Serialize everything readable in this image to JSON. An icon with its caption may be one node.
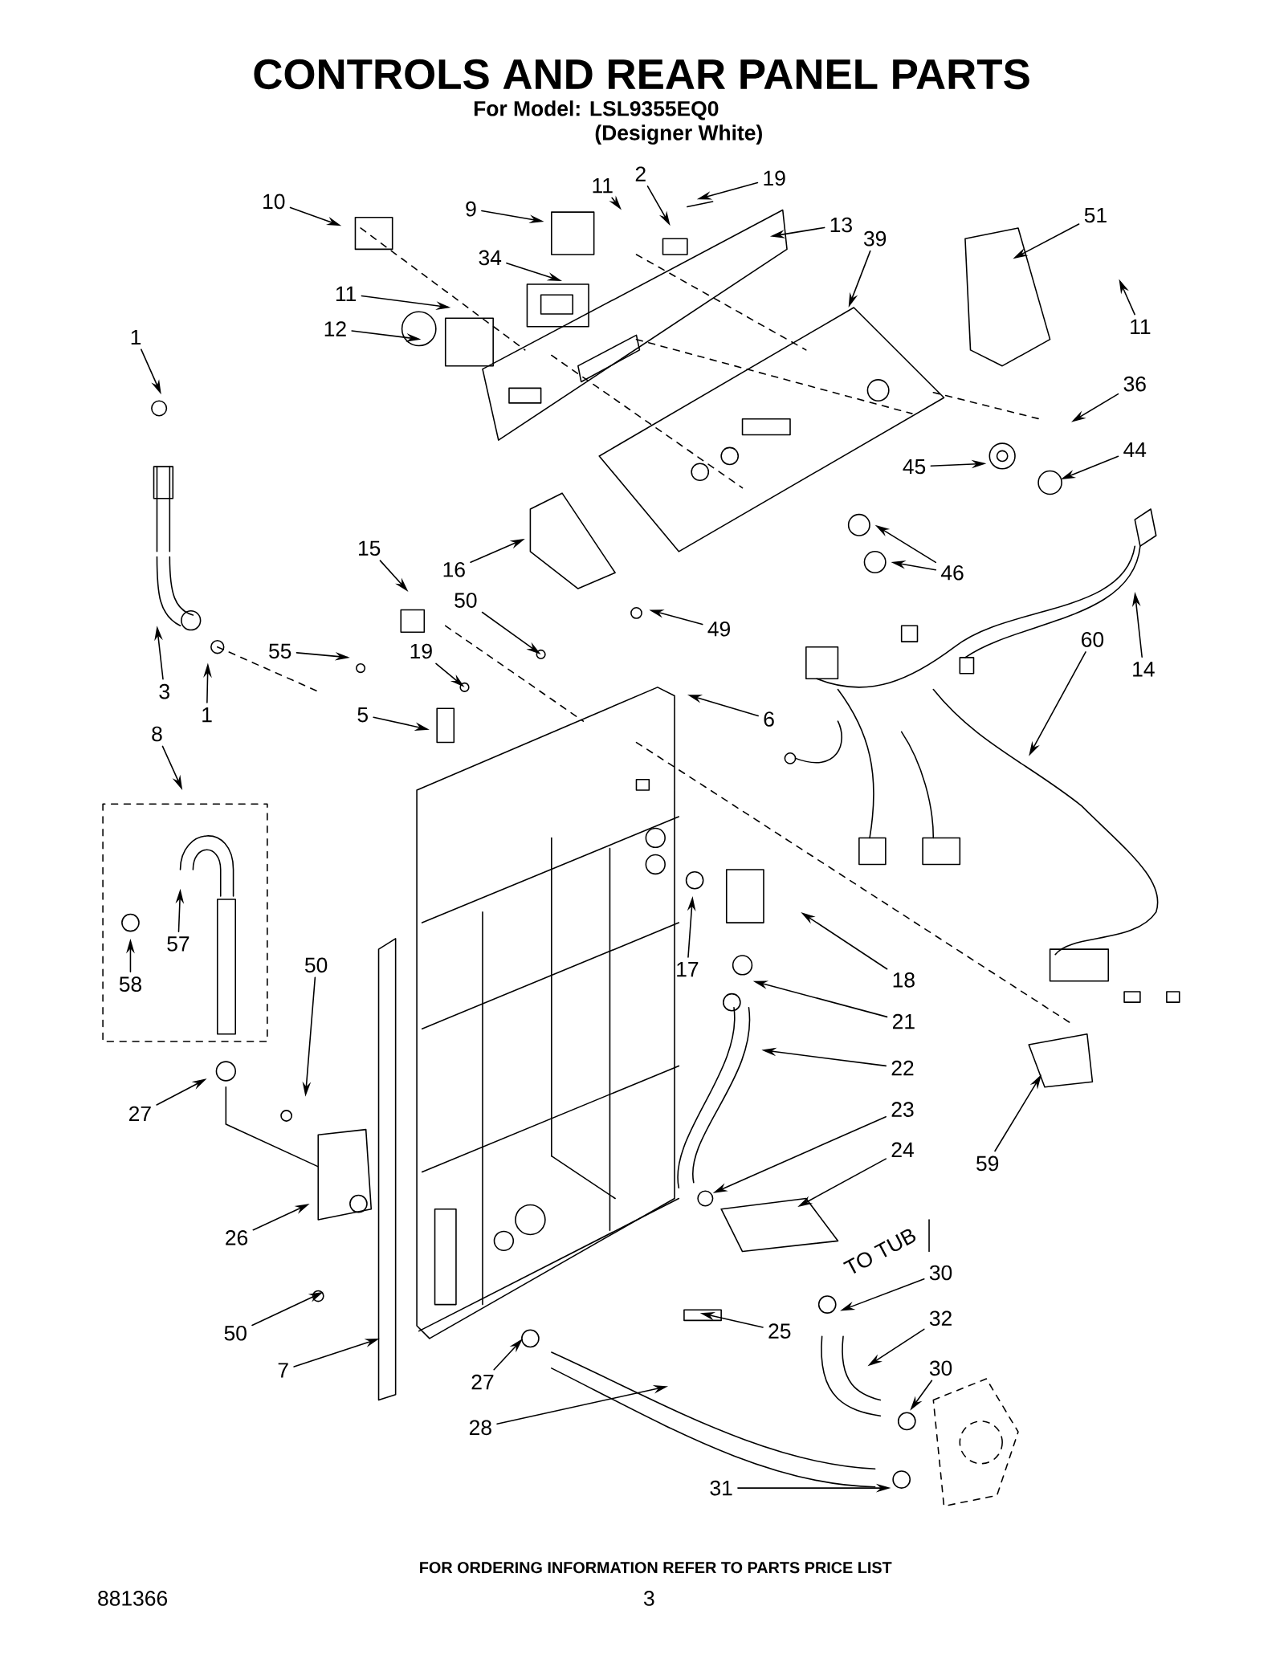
{
  "diagram": {
    "title": "CONTROLS AND REAR PANEL PARTS",
    "nodes": [
      {
        "text": [
          "10"
        ]
      },
      {
        "text": [
          "9"
        ]
      },
      {
        "text": [
          "11"
        ]
      },
      {
        "text": [
          "2"
        ]
      },
      {
        "text": [
          "19"
        ]
      },
      {
        "text": [
          "51"
        ]
      },
      {
        "text": [
          "13"
        ]
      },
      {
        "text": [
          "39"
        ]
      },
      {
        "text": [
          "34"
        ]
      },
      {
        "text": [
          "11"
        ]
      },
      {
        "text": [
          "11"
        ]
      },
      {
        "text": [
          "12"
        ]
      },
      {
        "text": [
          "1"
        ]
      },
      {
        "text": [
          "36"
        ]
      },
      {
        "text": [
          "44"
        ]
      },
      {
        "text": [
          "45"
        ]
      },
      {
        "text": [
          "15"
        ]
      },
      {
        "text": [
          "16"
        ]
      },
      {
        "text": [
          "46"
        ]
      },
      {
        "text": [
          "50"
        ]
      },
      {
        "text": [
          "49"
        ]
      },
      {
        "text": [
          "60"
        ]
      },
      {
        "text": [
          "55"
        ]
      },
      {
        "text": [
          "19"
        ]
      },
      {
        "text": [
          "14"
        ]
      },
      {
        "text": [
          "3"
        ]
      },
      {
        "text": [
          "1"
        ]
      },
      {
        "text": [
          "5"
        ]
      },
      {
        "text": [
          "6"
        ]
      },
      {
        "text": [
          "8"
        ]
      },
      {
        "text": [
          "57"
        ]
      },
      {
        "text": [
          "50"
        ]
      },
      {
        "text": [
          "17"
        ]
      },
      {
        "text": [
          "18"
        ]
      },
      {
        "text": [
          "58"
        ]
      },
      {
        "text": [
          "21"
        ]
      },
      {
        "text": [
          "22"
        ]
      },
      {
        "text": [
          "23"
        ]
      },
      {
        "text": [
          "27"
        ]
      },
      {
        "text": [
          "24"
        ]
      },
      {
        "text": [
          "59"
        ]
      },
      {
        "text": [
          "26"
        ]
      },
      {
        "text": [
          "30"
        ]
      },
      {
        "text": [
          "32"
        ]
      },
      {
        "text": [
          "50"
        ]
      },
      {
        "text": [
          "25"
        ]
      },
      {
        "text": [
          "30"
        ]
      },
      {
        "text": [
          "7"
        ]
      },
      {
        "text": [
          "27"
        ]
      },
      {
        "text": [
          "28"
        ]
      },
      {
        "text": [
          "31"
        ]
      }
    ],
    "edges": [
      {
        "from": 0,
        "to": null,
        "arrow": "to"
      },
      {
        "from": 1,
        "to": null,
        "arrow": "to"
      },
      {
        "from": 2,
        "to": null,
        "arrow": "to"
      },
      {
        "from": 3,
        "to": null,
        "arrow": "to"
      },
      {
        "from": 4,
        "to": null,
        "arrow": "to"
      },
      {
        "from": 5,
        "to": null,
        "arrow": "to"
      },
      {
        "from": 6,
        "to": null,
        "arrow": "to"
      },
      {
        "from": 7,
        "to": null,
        "arrow": "to"
      },
      {
        "from": 8,
        "to": null,
        "arrow": "to"
      },
      {
        "from": 9,
        "to": null,
        "arrow": "to"
      },
      {
        "from": 10,
        "to": null,
        "arrow": "to"
      },
      {
        "from": 11,
        "to": null,
        "arrow": "to"
      },
      {
        "from": 12,
        "to": null,
        "arrow": "to"
      },
      {
        "from": 13,
        "to": null,
        "arrow": "to"
      },
      {
        "from": 14,
        "to": null,
        "arrow": "to"
      },
      {
        "from": 15,
        "to": null,
        "arrow": "to"
      },
      {
        "from": 16,
        "to": null,
        "arrow": "to"
      },
      {
        "from": 17,
        "to": null,
        "arrow": "to"
      },
      {
        "from": 18,
        "to": null,
        "arrow": "to"
      },
      {
        "from": 18,
        "to": null,
        "arrow": "to"
      },
      {
        "from": 19,
        "to": null,
        "arrow": "to"
      },
      {
        "from": 20,
        "to": null,
        "arrow": "to"
      },
      {
        "from": 21,
        "to": null,
        "arrow": "to"
      },
      {
        "from": 22,
        "to": null,
        "arrow": "to"
      },
      {
        "from": 23,
        "to": null,
        "arrow": "to"
      },
      {
        "from": 24,
        "to": null,
        "arrow": "to"
      },
      {
        "from": 25,
        "to": null,
        "arrow": "to"
      },
      {
        "from": 26,
        "to": null,
        "arrow": "to"
      },
      {
        "from": 27,
        "to": null,
        "arrow": "to"
      },
      {
        "from": 28,
        "to": null,
        "arrow": "to"
      },
      {
        "from": 29,
        "to": null,
        "arrow": "to"
      },
      {
        "from": 30,
        "to": null,
        "arrow": "to"
      },
      {
        "from": 31,
        "to": null,
        "arrow": "to"
      },
      {
        "from": 32,
        "to": null,
        "arrow": "to"
      },
      {
        "from": 33,
        "to": null,
        "arrow": "to"
      },
      {
        "from": 34,
        "to": null,
        "arrow": "to"
      },
      {
        "from": 35,
        "to": null,
        "arrow": "to"
      },
      {
        "from": 36,
        "to": null,
        "arrow": "to"
      },
      {
        "from": 37,
        "to": null,
        "arrow": "to"
      },
      {
        "from": 38,
        "to": null,
        "arrow": "to"
      },
      {
        "from": 39,
        "to": null,
        "arrow": "to"
      },
      {
        "from": 40,
        "to": null,
        "arrow": "to"
      },
      {
        "from": 41,
        "to": null,
        "arrow": "to"
      },
      {
        "from": 42,
        "to": null,
        "arrow": "to"
      },
      {
        "from": 43,
        "to": null,
        "arrow": "to"
      },
      {
        "from": 44,
        "to": null,
        "arrow": "to"
      },
      {
        "from": 45,
        "to": null,
        "arrow": "to"
      },
      {
        "from": 46,
        "to": null,
        "arrow": "to"
      },
      {
        "from": 47,
        "to": null,
        "arrow": "to"
      },
      {
        "from": 48,
        "to": null,
        "arrow": "to"
      },
      {
        "from": 49,
        "to": null,
        "arrow": "to"
      },
      {
        "from": 50,
        "to": null,
        "arrow": "to"
      }
    ],
    "labels": [
      "For Model: LSL9355EQ0",
      "(Designer White)",
      "TO TUB",
      "FOR ORDERING INFORMATION REFER TO PARTS PRICE LIST",
      "881366",
      "3"
    ]
  }
}
